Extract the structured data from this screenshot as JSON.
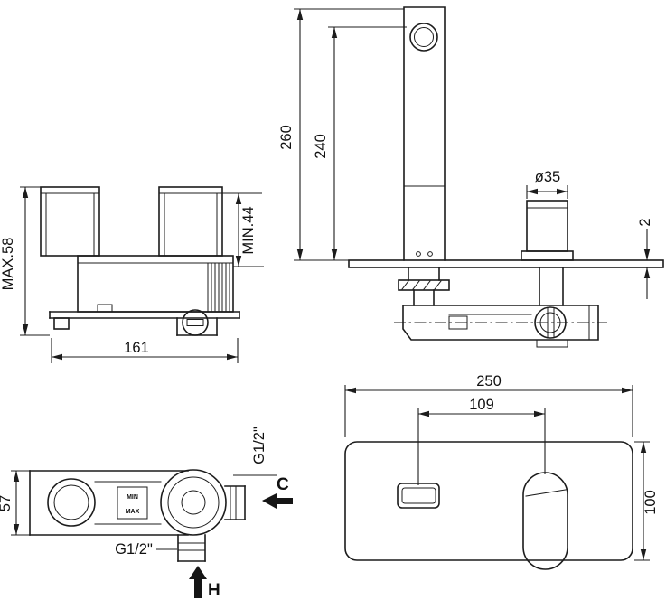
{
  "drawing": {
    "background": "#ffffff",
    "line_color": "#1c1c1c",
    "valve_front": {
      "dim_height": "MAX.58",
      "dim_setting_depth": "MIN.44",
      "dim_width": "161"
    },
    "spout_side": {
      "dim_total_height": "260",
      "dim_outlet_height": "240",
      "dim_handle_diameter": "ø35",
      "dim_plate_thickness": "2"
    },
    "valve_top": {
      "dim_depth": "57",
      "port_side_thread": "G1/2\"",
      "port_bottom_thread": "G1/2\"",
      "cold_label": "C",
      "hot_label": "H",
      "min_label": "MIN",
      "max_label": "MAX"
    },
    "plate_front": {
      "dim_width": "250",
      "dim_spout_to_handle": "109",
      "dim_height": "100"
    }
  }
}
